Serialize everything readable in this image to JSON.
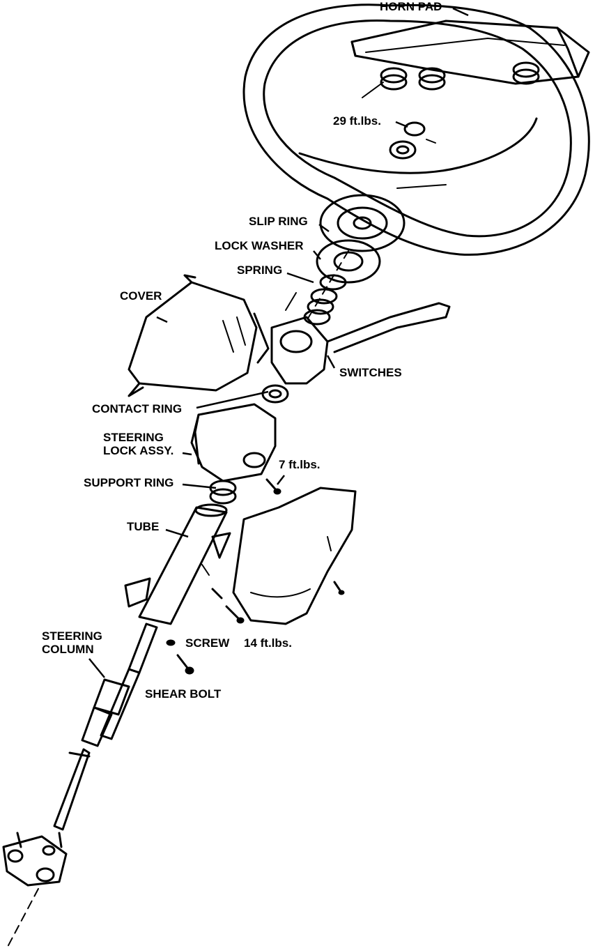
{
  "labels": {
    "horn_pad": "HORN PAD",
    "torque_wheel": "29 ft.lbs.",
    "slip_ring": "SLIP RING",
    "lock_washer": "LOCK WASHER",
    "spring": "SPRING",
    "cover": "COVER",
    "switches": "SWITCHES",
    "contact_ring": "CONTACT RING",
    "steering_lock_line1": "STEERING",
    "steering_lock_line2": "LOCK ASSY.",
    "torque_lock": "7 ft.lbs.",
    "support_ring": "SUPPORT RING",
    "tube": "TUBE",
    "steering_column_line1": "STEERING",
    "steering_column_line2": "COLUMN",
    "screw": "SCREW",
    "torque_screw": "14 ft.lbs.",
    "shear_bolt": "SHEAR BOLT"
  }
}
